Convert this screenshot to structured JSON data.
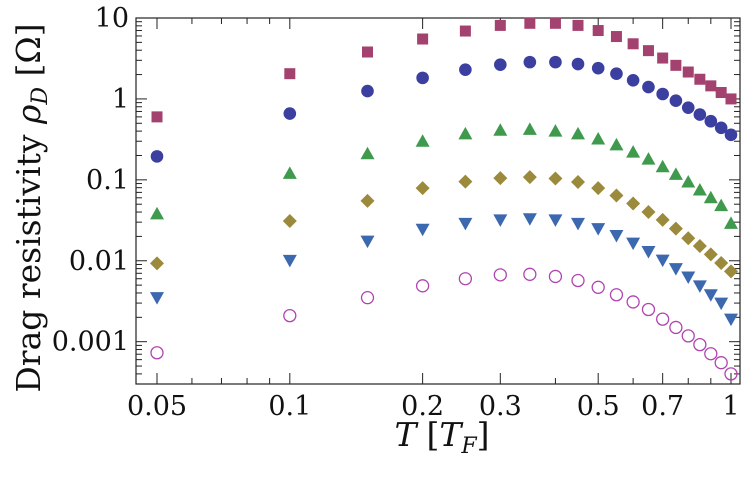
{
  "chart_data": {
    "type": "scatter",
    "xscale": "log",
    "yscale": "log",
    "xlim": [
      0.05,
      1.0
    ],
    "ylim": [
      0.0003,
      10
    ],
    "grid": false,
    "legend": "none",
    "xlabel": {
      "main": "T",
      "bracket_open": "[",
      "sub_base": "T",
      "sub": "F",
      "bracket_close": "]"
    },
    "ylabel": {
      "main": "Drag resistivity ",
      "sym": "ρ",
      "sub": "D",
      "unit": " [Ω]"
    },
    "xticks": [
      {
        "value": 0.05,
        "label": "0.05"
      },
      {
        "value": 0.1,
        "label": "0.1"
      },
      {
        "value": 0.2,
        "label": "0.2"
      },
      {
        "value": 0.3,
        "label": "0.3"
      },
      {
        "value": 0.5,
        "label": "0.5"
      },
      {
        "value": 0.7,
        "label": "0.7"
      },
      {
        "value": 1.0,
        "label": "1"
      }
    ],
    "yticks": [
      {
        "value": 10,
        "label": "10"
      },
      {
        "value": 1,
        "label": "1"
      },
      {
        "value": 0.1,
        "label": "0.1"
      },
      {
        "value": 0.01,
        "label": "0.01"
      },
      {
        "value": 0.001,
        "label": "0.001"
      }
    ],
    "series": [
      {
        "marker": "square",
        "color": "#a3416f",
        "x": [
          0.05,
          0.1,
          0.15,
          0.2,
          0.25,
          0.3,
          0.35,
          0.4,
          0.45,
          0.5,
          0.55,
          0.6,
          0.65,
          0.7,
          0.75,
          0.8,
          0.85,
          0.9,
          0.95,
          1.0
        ],
        "y": [
          0.6,
          2.05,
          3.8,
          5.5,
          6.9,
          8.1,
          8.6,
          8.6,
          8.1,
          7.0,
          5.9,
          4.8,
          3.95,
          3.2,
          2.6,
          2.15,
          1.75,
          1.45,
          1.2,
          1.0
        ]
      },
      {
        "marker": "circle",
        "color": "#3b3fa0",
        "x": [
          0.05,
          0.1,
          0.15,
          0.2,
          0.25,
          0.3,
          0.35,
          0.4,
          0.45,
          0.5,
          0.55,
          0.6,
          0.65,
          0.7,
          0.75,
          0.8,
          0.85,
          0.9,
          0.95,
          1.0
        ],
        "y": [
          0.195,
          0.66,
          1.25,
          1.82,
          2.3,
          2.65,
          2.85,
          2.85,
          2.7,
          2.4,
          2.05,
          1.7,
          1.4,
          1.15,
          0.95,
          0.78,
          0.64,
          0.53,
          0.44,
          0.36
        ]
      },
      {
        "marker": "triangle-up",
        "color": "#3f9a4e",
        "x": [
          0.05,
          0.1,
          0.15,
          0.2,
          0.25,
          0.3,
          0.35,
          0.4,
          0.45,
          0.5,
          0.55,
          0.6,
          0.65,
          0.7,
          0.75,
          0.8,
          0.85,
          0.9,
          0.95,
          1.0
        ],
        "y": [
          0.038,
          0.12,
          0.21,
          0.3,
          0.37,
          0.41,
          0.42,
          0.4,
          0.37,
          0.32,
          0.27,
          0.22,
          0.18,
          0.145,
          0.117,
          0.094,
          0.075,
          0.06,
          0.048,
          0.029
        ]
      },
      {
        "marker": "diamond",
        "color": "#9c8a3c",
        "x": [
          0.05,
          0.1,
          0.15,
          0.2,
          0.25,
          0.3,
          0.35,
          0.4,
          0.45,
          0.5,
          0.55,
          0.6,
          0.65,
          0.7,
          0.75,
          0.8,
          0.85,
          0.9,
          0.95,
          1.0
        ],
        "y": [
          0.0093,
          0.031,
          0.055,
          0.079,
          0.095,
          0.105,
          0.108,
          0.104,
          0.094,
          0.079,
          0.064,
          0.051,
          0.04,
          0.032,
          0.025,
          0.019,
          0.0152,
          0.012,
          0.0094,
          0.0074
        ]
      },
      {
        "marker": "triangle-down",
        "color": "#3c68b0",
        "x": [
          0.05,
          0.1,
          0.15,
          0.2,
          0.25,
          0.3,
          0.35,
          0.4,
          0.45,
          0.5,
          0.55,
          0.6,
          0.65,
          0.7,
          0.75,
          0.8,
          0.85,
          0.9,
          0.95,
          1.0
        ],
        "y": [
          0.0035,
          0.0101,
          0.0175,
          0.0245,
          0.029,
          0.032,
          0.033,
          0.032,
          0.029,
          0.025,
          0.0205,
          0.0165,
          0.013,
          0.0102,
          0.008,
          0.0063,
          0.0049,
          0.0038,
          0.003,
          0.0019
        ]
      },
      {
        "marker": "open-circle",
        "color": "#b044b0",
        "x": [
          0.05,
          0.1,
          0.15,
          0.2,
          0.25,
          0.3,
          0.35,
          0.4,
          0.45,
          0.5,
          0.55,
          0.6,
          0.65,
          0.7,
          0.75,
          0.8,
          0.85,
          0.9,
          0.95,
          1.0
        ],
        "y": [
          0.00073,
          0.0021,
          0.0035,
          0.0049,
          0.006,
          0.0067,
          0.0068,
          0.0064,
          0.0057,
          0.0047,
          0.0038,
          0.0031,
          0.0025,
          0.0019,
          0.0015,
          0.00118,
          0.00092,
          0.00071,
          0.00055,
          0.0004
        ]
      }
    ]
  }
}
